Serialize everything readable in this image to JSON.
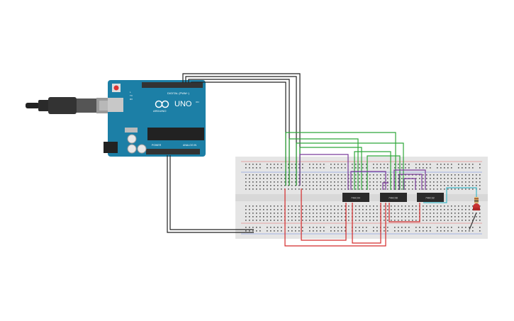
{
  "arduino": {
    "brand": "ARDUINO",
    "model": "UNO",
    "digital_label": "DIGITAL (PWM~)",
    "power_label": "POWER",
    "analog_label": "ANALOG IN",
    "tx_label": "TX",
    "rx_label": "RX",
    "l_label": "L",
    "on_label": "ON",
    "board_color": "#1c7fa6"
  },
  "chips": [
    {
      "label": "74HC04"
    },
    {
      "label": "74HC08"
    },
    {
      "label": "74HC32"
    }
  ],
  "breadboard": {
    "color": "#e5e5e5",
    "rail_red": "#e06060",
    "rail_blue": "#6080e0"
  },
  "wire_colors": {
    "black": "#222222",
    "green": "#2fa83a",
    "purple": "#7a3a9a",
    "red": "#d42a2a",
    "cyan": "#3fb8c8"
  },
  "led": {
    "color": "#c83232",
    "icon": "led-icon"
  },
  "resistor": {
    "icon": "resistor-icon"
  },
  "usb_cable": {
    "icon": "usb-cable-icon"
  }
}
